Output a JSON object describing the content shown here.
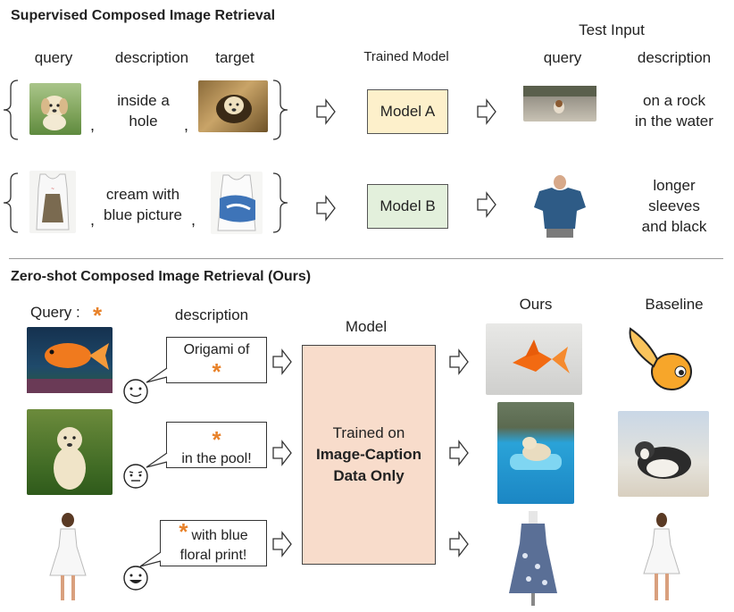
{
  "supervised": {
    "title": "Supervised Composed Image Retrieval",
    "col_query": "query",
    "col_description": "description",
    "col_target": "target",
    "trained_model_label": "Trained Model",
    "test_input_label": "Test Input",
    "test_query": "query",
    "test_description": "description",
    "row1": {
      "description": [
        "inside a",
        "hole"
      ],
      "model": "Model A",
      "test_description": [
        "on a rock",
        "in the water"
      ]
    },
    "row2": {
      "description": [
        "cream with",
        "blue picture"
      ],
      "model": "Model B",
      "test_description": [
        "longer",
        "sleeves",
        "and black"
      ]
    },
    "comma": ","
  },
  "zeroshot": {
    "title": "Zero-shot Composed Image Retrieval (Ours)",
    "query_label": "Query :",
    "star": "*",
    "description_label": "description",
    "model_label": "Model",
    "ours_label": "Ours",
    "baseline_label": "Baseline",
    "model_text_line1": "Trained on",
    "model_text_line2": "Image-Caption",
    "model_text_line3": "Data Only",
    "bubble1": {
      "text": "Origami of"
    },
    "bubble2": {
      "text": "in the pool!"
    },
    "bubble3": {
      "text_a": "with blue",
      "text_b": "floral print!"
    }
  },
  "colors": {
    "model_a": "#fdf0cb",
    "model_b": "#e3f0dc",
    "model_zs": "#f8dccb",
    "star": "#e8822a"
  }
}
